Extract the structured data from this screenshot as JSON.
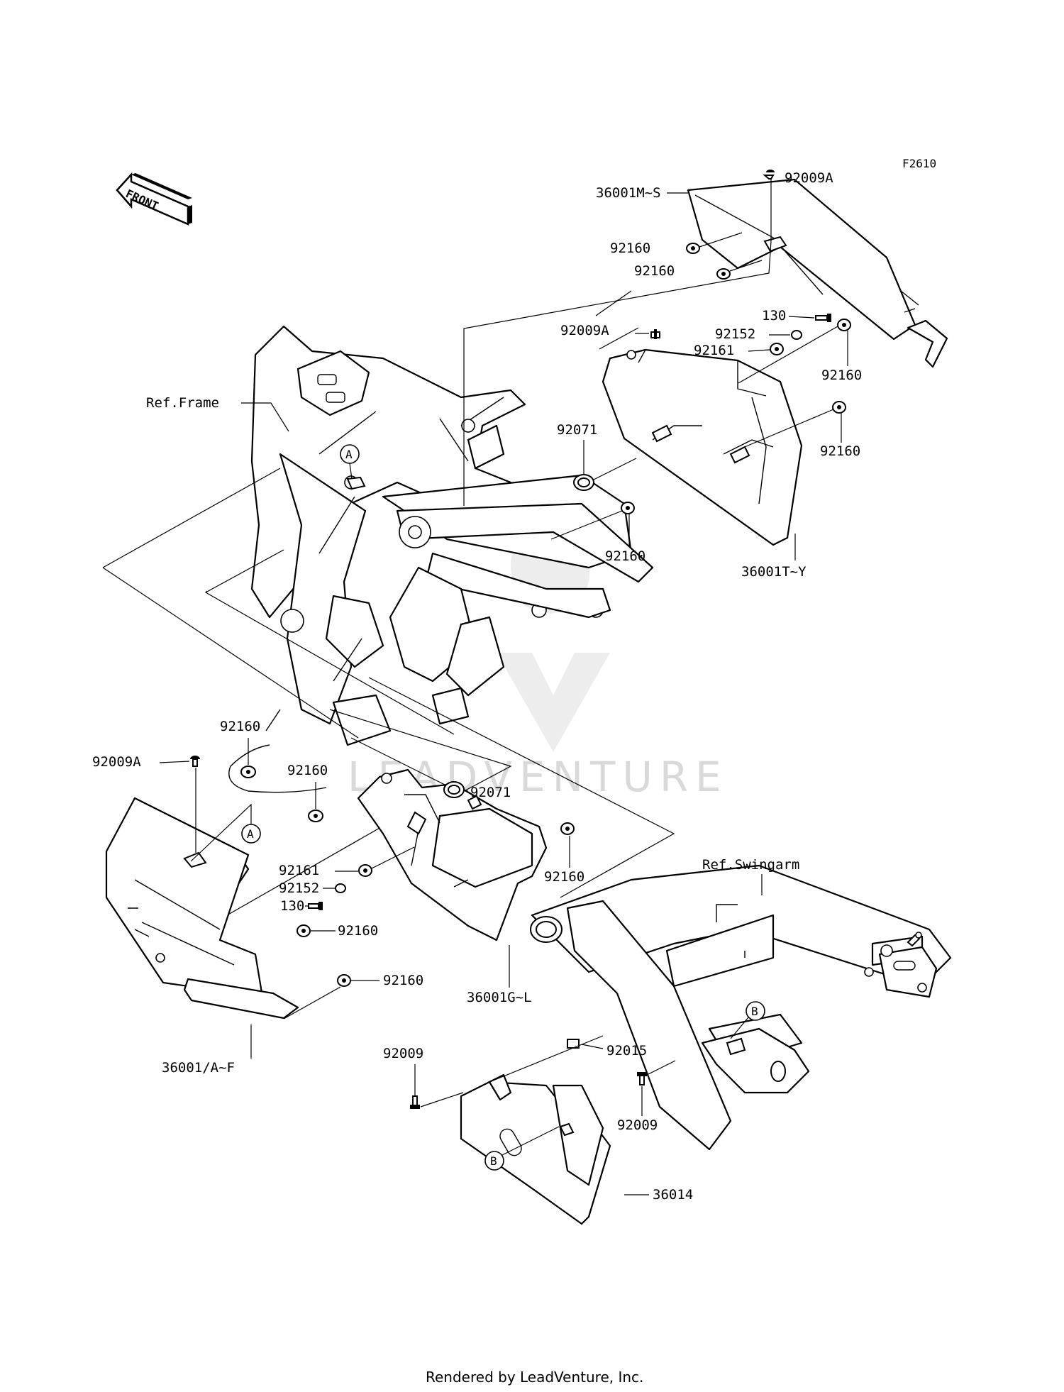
{
  "diagram_code": "F2610",
  "front_label": "FRONT",
  "footer": "Rendered by LeadVenture, Inc.",
  "watermark": "LEADVENTURE",
  "refs": {
    "frame": "Ref.Frame",
    "swingarm": "Ref.Swingarm",
    "marker_a": "A",
    "marker_b": "B"
  },
  "callouts": {
    "c_36001ms": "36001M~S",
    "c_92009a_top": "92009A",
    "c_92160_top1": "92160",
    "c_92160_top2": "92160",
    "c_92009a_mid": "92009A",
    "c_130_top": "130",
    "c_92152_top": "92152",
    "c_92161_top": "92161",
    "c_92160_r1": "92160",
    "c_92071_top": "92071",
    "c_92160_r2": "92160",
    "c_92160_mid": "92160",
    "c_36001ty": "36001T~Y",
    "c_92160_l1": "92160",
    "c_92009a_left": "92009A",
    "c_92160_l2": "92160",
    "c_92071_low": "92071",
    "c_92160_low_r": "92160",
    "c_92161_low": "92161",
    "c_92152_low": "92152",
    "c_130_low": "130",
    "c_92160_low1": "92160",
    "c_92160_low2": "92160",
    "c_36001gl": "36001G~L",
    "c_36001af": "36001/A~F",
    "c_92009_l": "92009",
    "c_92015": "92015",
    "c_92009_r": "92009",
    "c_36014": "36014"
  }
}
